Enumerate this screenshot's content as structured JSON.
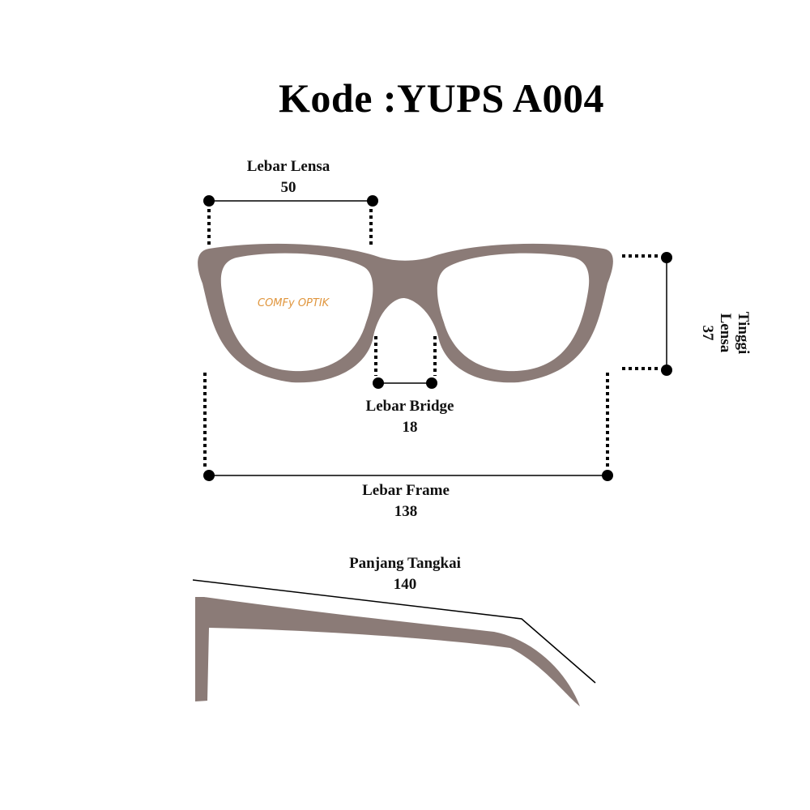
{
  "title": "Kode :YUPS A004",
  "brand": "COMFy OPTIK",
  "measurements": {
    "lens_width": {
      "label": "Lebar Lensa",
      "value": "50"
    },
    "lens_height": {
      "label": "Tinggi Lensa",
      "value": "37"
    },
    "bridge_width": {
      "label": "Lebar Bridge",
      "value": "18"
    },
    "frame_width": {
      "label": "Lebar Frame",
      "value": "138"
    },
    "temple_length": {
      "label": "Panjang Tangkai",
      "value": "140"
    }
  },
  "colors": {
    "frame": "#8b7b77",
    "ink": "#000000",
    "brand": "#e0963e"
  }
}
